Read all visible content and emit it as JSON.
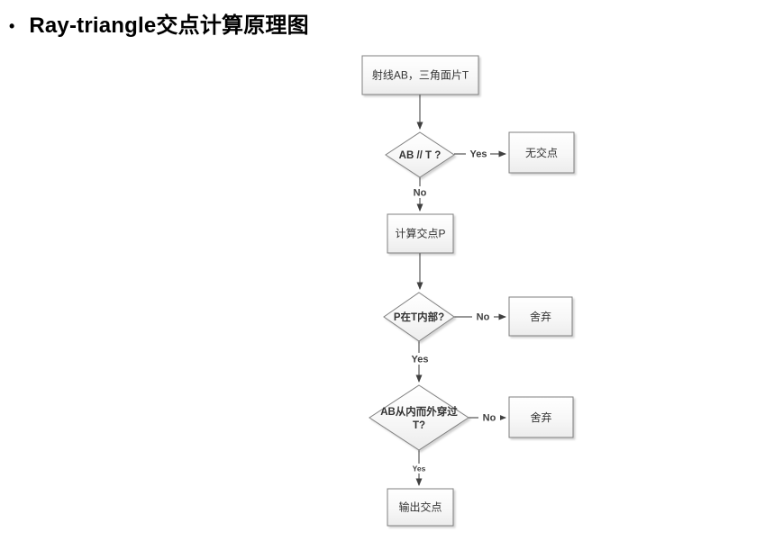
{
  "page": {
    "title_bullet": "•",
    "title": "Ray-triangle交点计算原理图"
  },
  "flowchart": {
    "nodes": {
      "start": "射线AB，三角面片T",
      "parallel_check": "AB // T ?",
      "no_intersection": "无交点",
      "compute_p": "计算交点P",
      "inside_check": "P在T内部?",
      "discard_1": "舍弃",
      "through_check_line1": "AB从内而外穿过",
      "through_check_line2": "T?",
      "discard_2": "舍弃",
      "output": "输出交点"
    },
    "edge_labels": {
      "yes_1": "Yes",
      "no_1": "No",
      "no_2": "No",
      "yes_2": "Yes",
      "no_3": "No",
      "yes_3": "Yes"
    },
    "colors": {
      "background": "#ffffff",
      "shape_border": "#808080",
      "shape_fill_top": "#ffffff",
      "shape_fill_bottom": "#ececec",
      "connector": "#595959",
      "arrowhead": "#404040",
      "shape_text": "#333333",
      "title_text": "#000000"
    }
  }
}
